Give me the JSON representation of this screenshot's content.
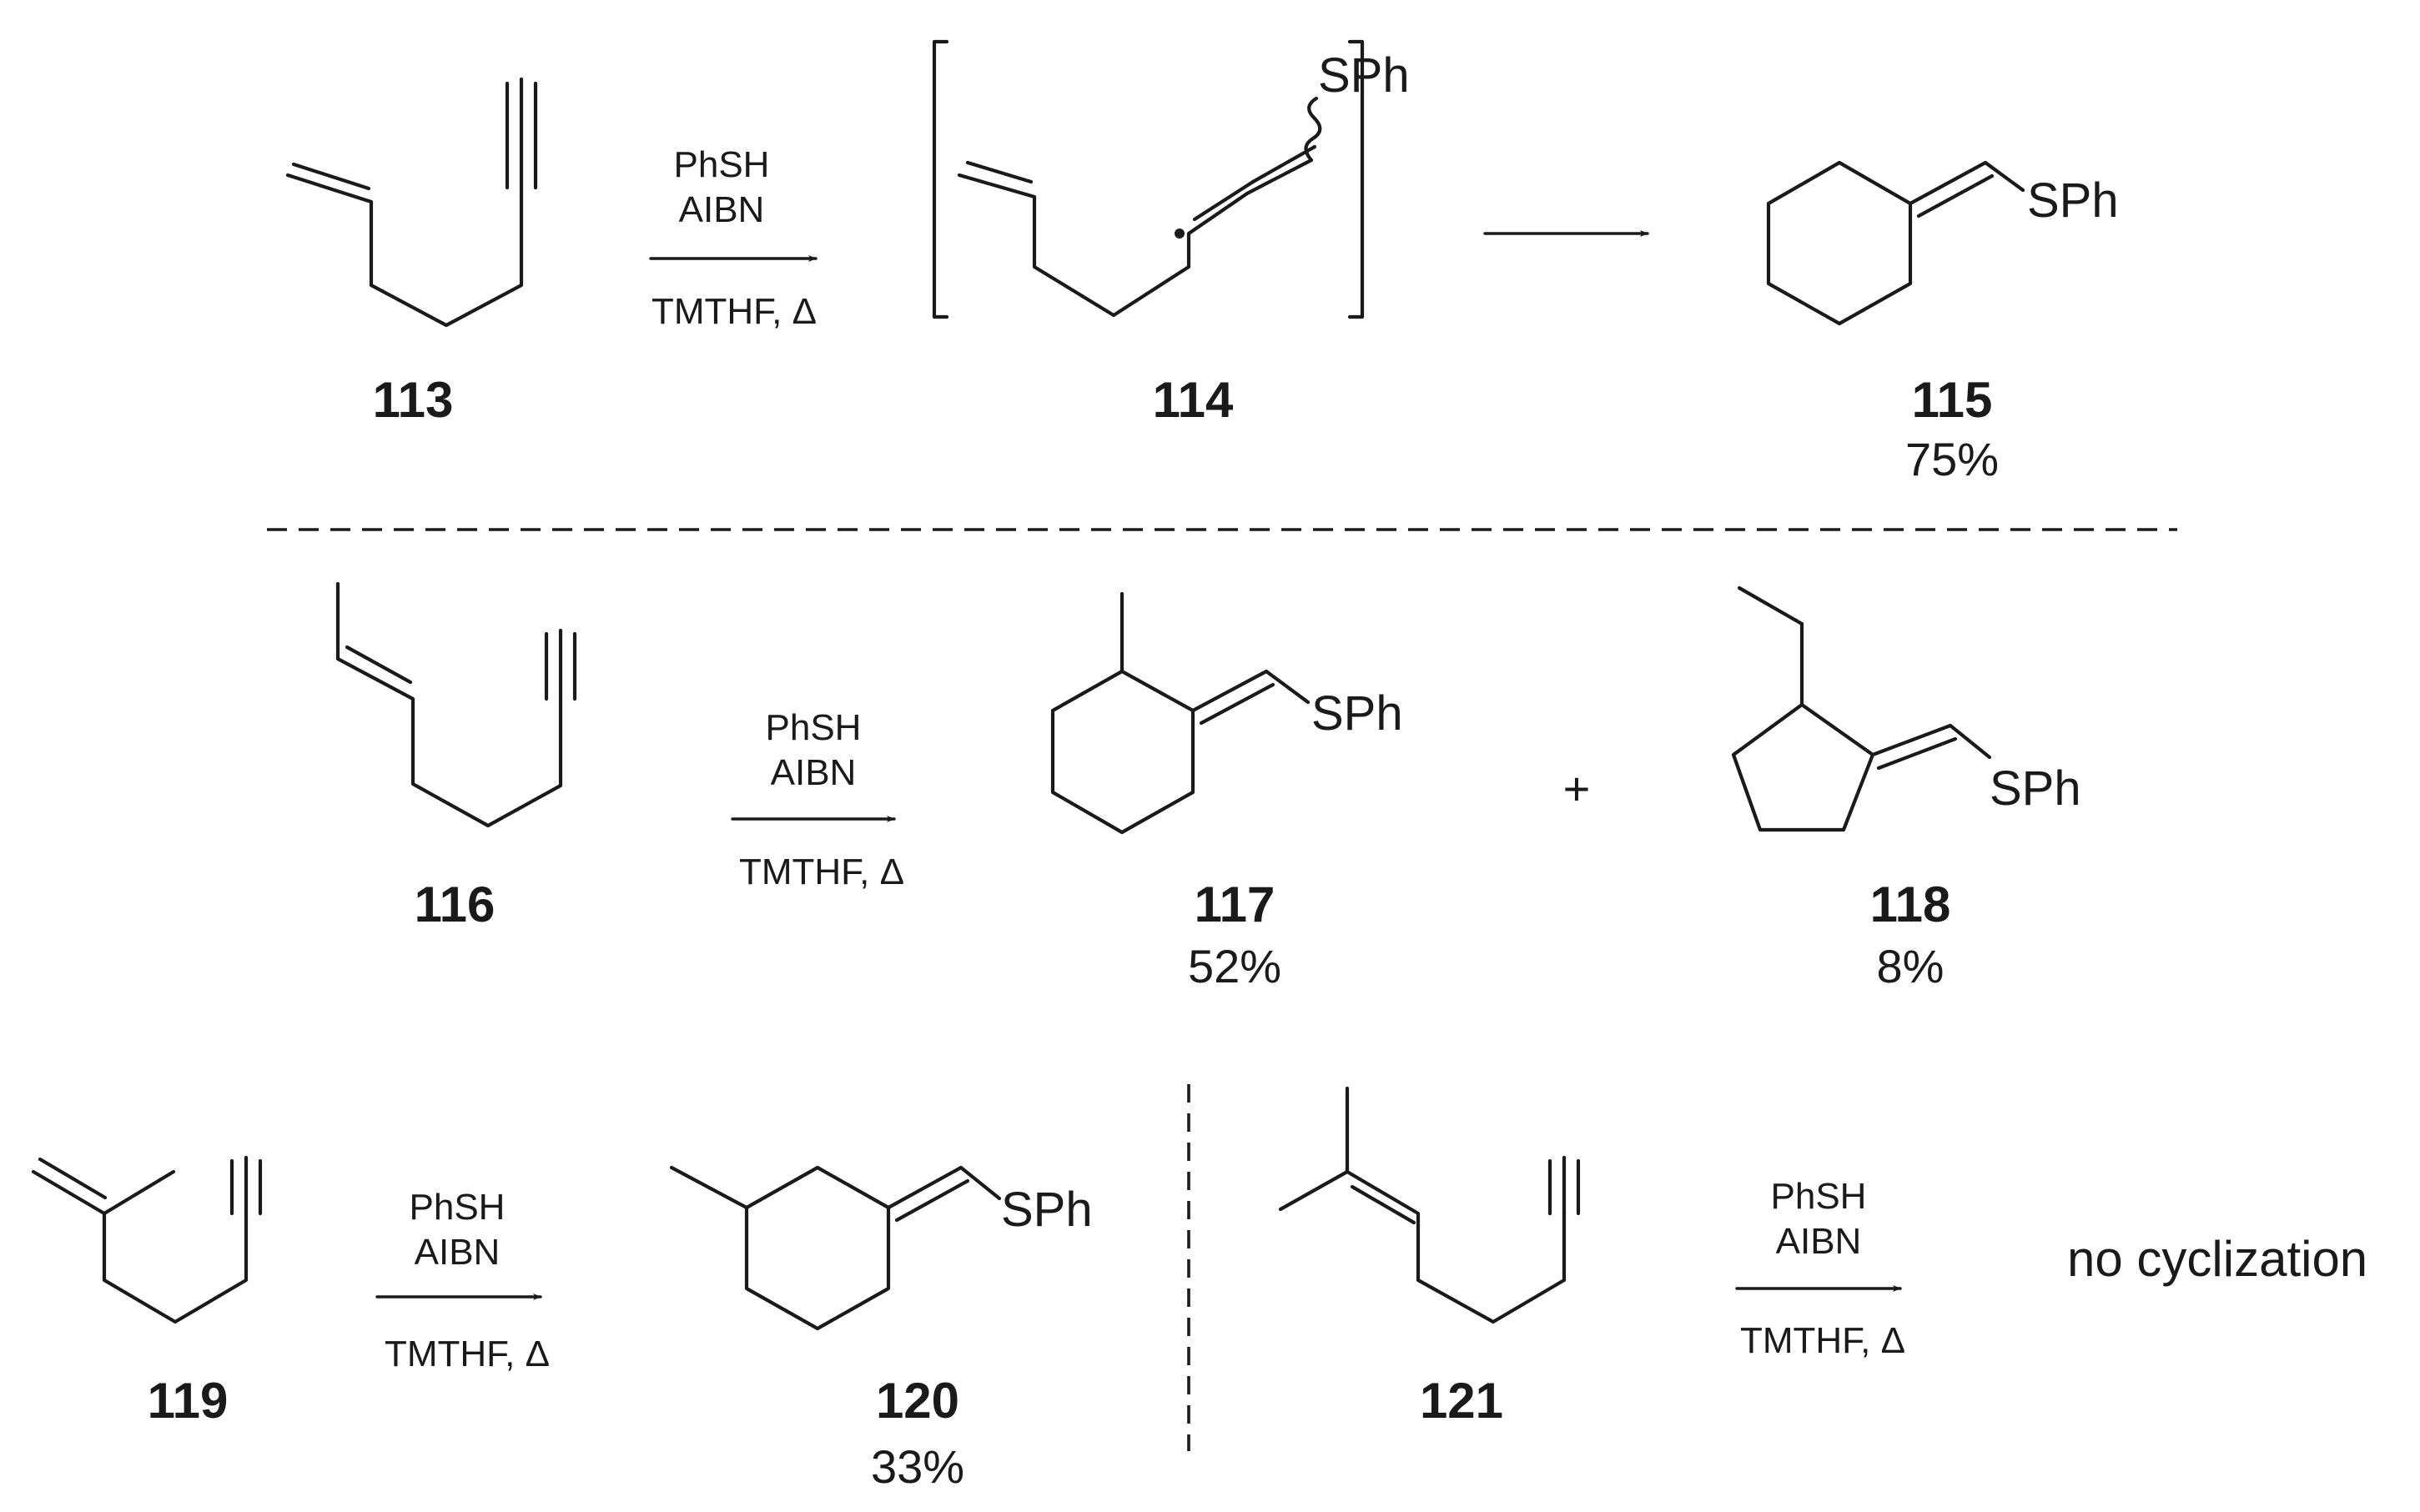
{
  "compounds": {
    "c113": {
      "number": "113"
    },
    "c114": {
      "number": "114",
      "substituent": "SPh"
    },
    "c115": {
      "number": "115",
      "yield": "75%",
      "substituent": "SPh"
    },
    "c116": {
      "number": "116"
    },
    "c117": {
      "number": "117",
      "yield": "52%",
      "substituent": "SPh"
    },
    "c118": {
      "number": "118",
      "yield": "8%",
      "substituent": "SPh"
    },
    "c119": {
      "number": "119"
    },
    "c120": {
      "number": "120",
      "yield": "33%",
      "substituent": "SPh"
    },
    "c121": {
      "number": "121"
    }
  },
  "reactions": {
    "r1": {
      "reagent1": "PhSH",
      "reagent2": "AIBN",
      "conditions": "TMTHF, Δ"
    },
    "r2": {
      "reagent1": "PhSH",
      "reagent2": "AIBN",
      "conditions": "TMTHF, Δ"
    },
    "r3": {
      "reagent1": "PhSH",
      "reagent2": "AIBN",
      "conditions": "TMTHF, Δ"
    },
    "r4": {
      "reagent1": "PhSH",
      "reagent2": "AIBN",
      "conditions": "TMTHF, Δ"
    }
  },
  "plus_sign": "+",
  "outcome_121": "no cyclization"
}
